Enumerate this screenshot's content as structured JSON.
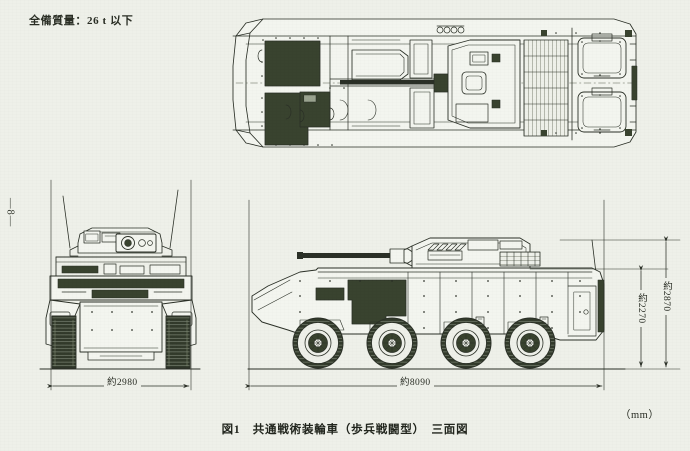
{
  "document": {
    "mass_note": "全備質量：26 t 以下",
    "page_marker": "―8―",
    "caption": "図1　共通戦術装輪車（歩兵戦闘型）　三面図",
    "unit_note": "（mm）"
  },
  "dimensions": {
    "front_width": "約2980",
    "side_length": "約8090",
    "hull_height": "約2270",
    "overall_height": "約2870"
  },
  "views": {
    "top": {
      "name": "top-view"
    },
    "front": {
      "name": "front-view"
    },
    "side": {
      "name": "side-view"
    }
  },
  "colors": {
    "paper": "#eef0e9",
    "ink": "#2b3027",
    "panel_dark": "#39432f",
    "tire_dark": "#323a2b",
    "light_fill": "#f3f5ef"
  }
}
